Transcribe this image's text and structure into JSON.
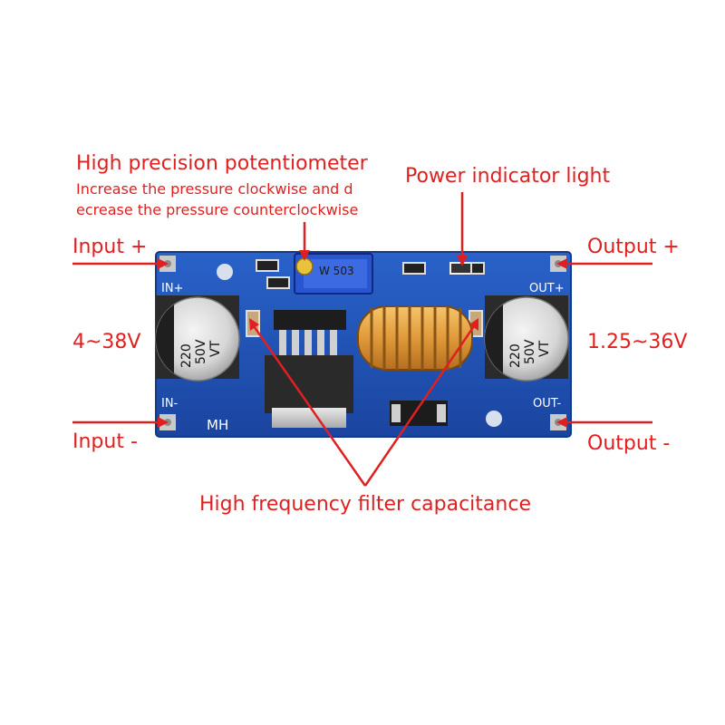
{
  "annotations": {
    "potentiometer_title": "High precision potentiometer",
    "potentiometer_line1": "Increase the pressure clockwise and d",
    "potentiometer_line2": "ecrease the pressure counterclockwise",
    "power_indicator": "Power indicator light",
    "input_plus": "Input +",
    "input_minus": "Input -",
    "input_range": "4~38V",
    "output_plus": "Output +",
    "output_minus": "Output -",
    "output_range": "1.25~36V",
    "filter_capacitance": "High frequency filter capacitance"
  },
  "board": {
    "in_plus": "IN+",
    "in_minus": "IN-",
    "out_plus": "OUT+",
    "out_minus": "OUT-",
    "maker": "MH",
    "pot_marking": "W 503",
    "cap_left": [
      "220",
      "50V",
      "VT"
    ],
    "cap_right": [
      "220",
      "50V",
      "VT"
    ]
  },
  "colors": {
    "annotation": "#e02020",
    "pcb": "#1f4fb4",
    "pad": "#c9c9c9",
    "copper_coil": "#e0a040"
  }
}
